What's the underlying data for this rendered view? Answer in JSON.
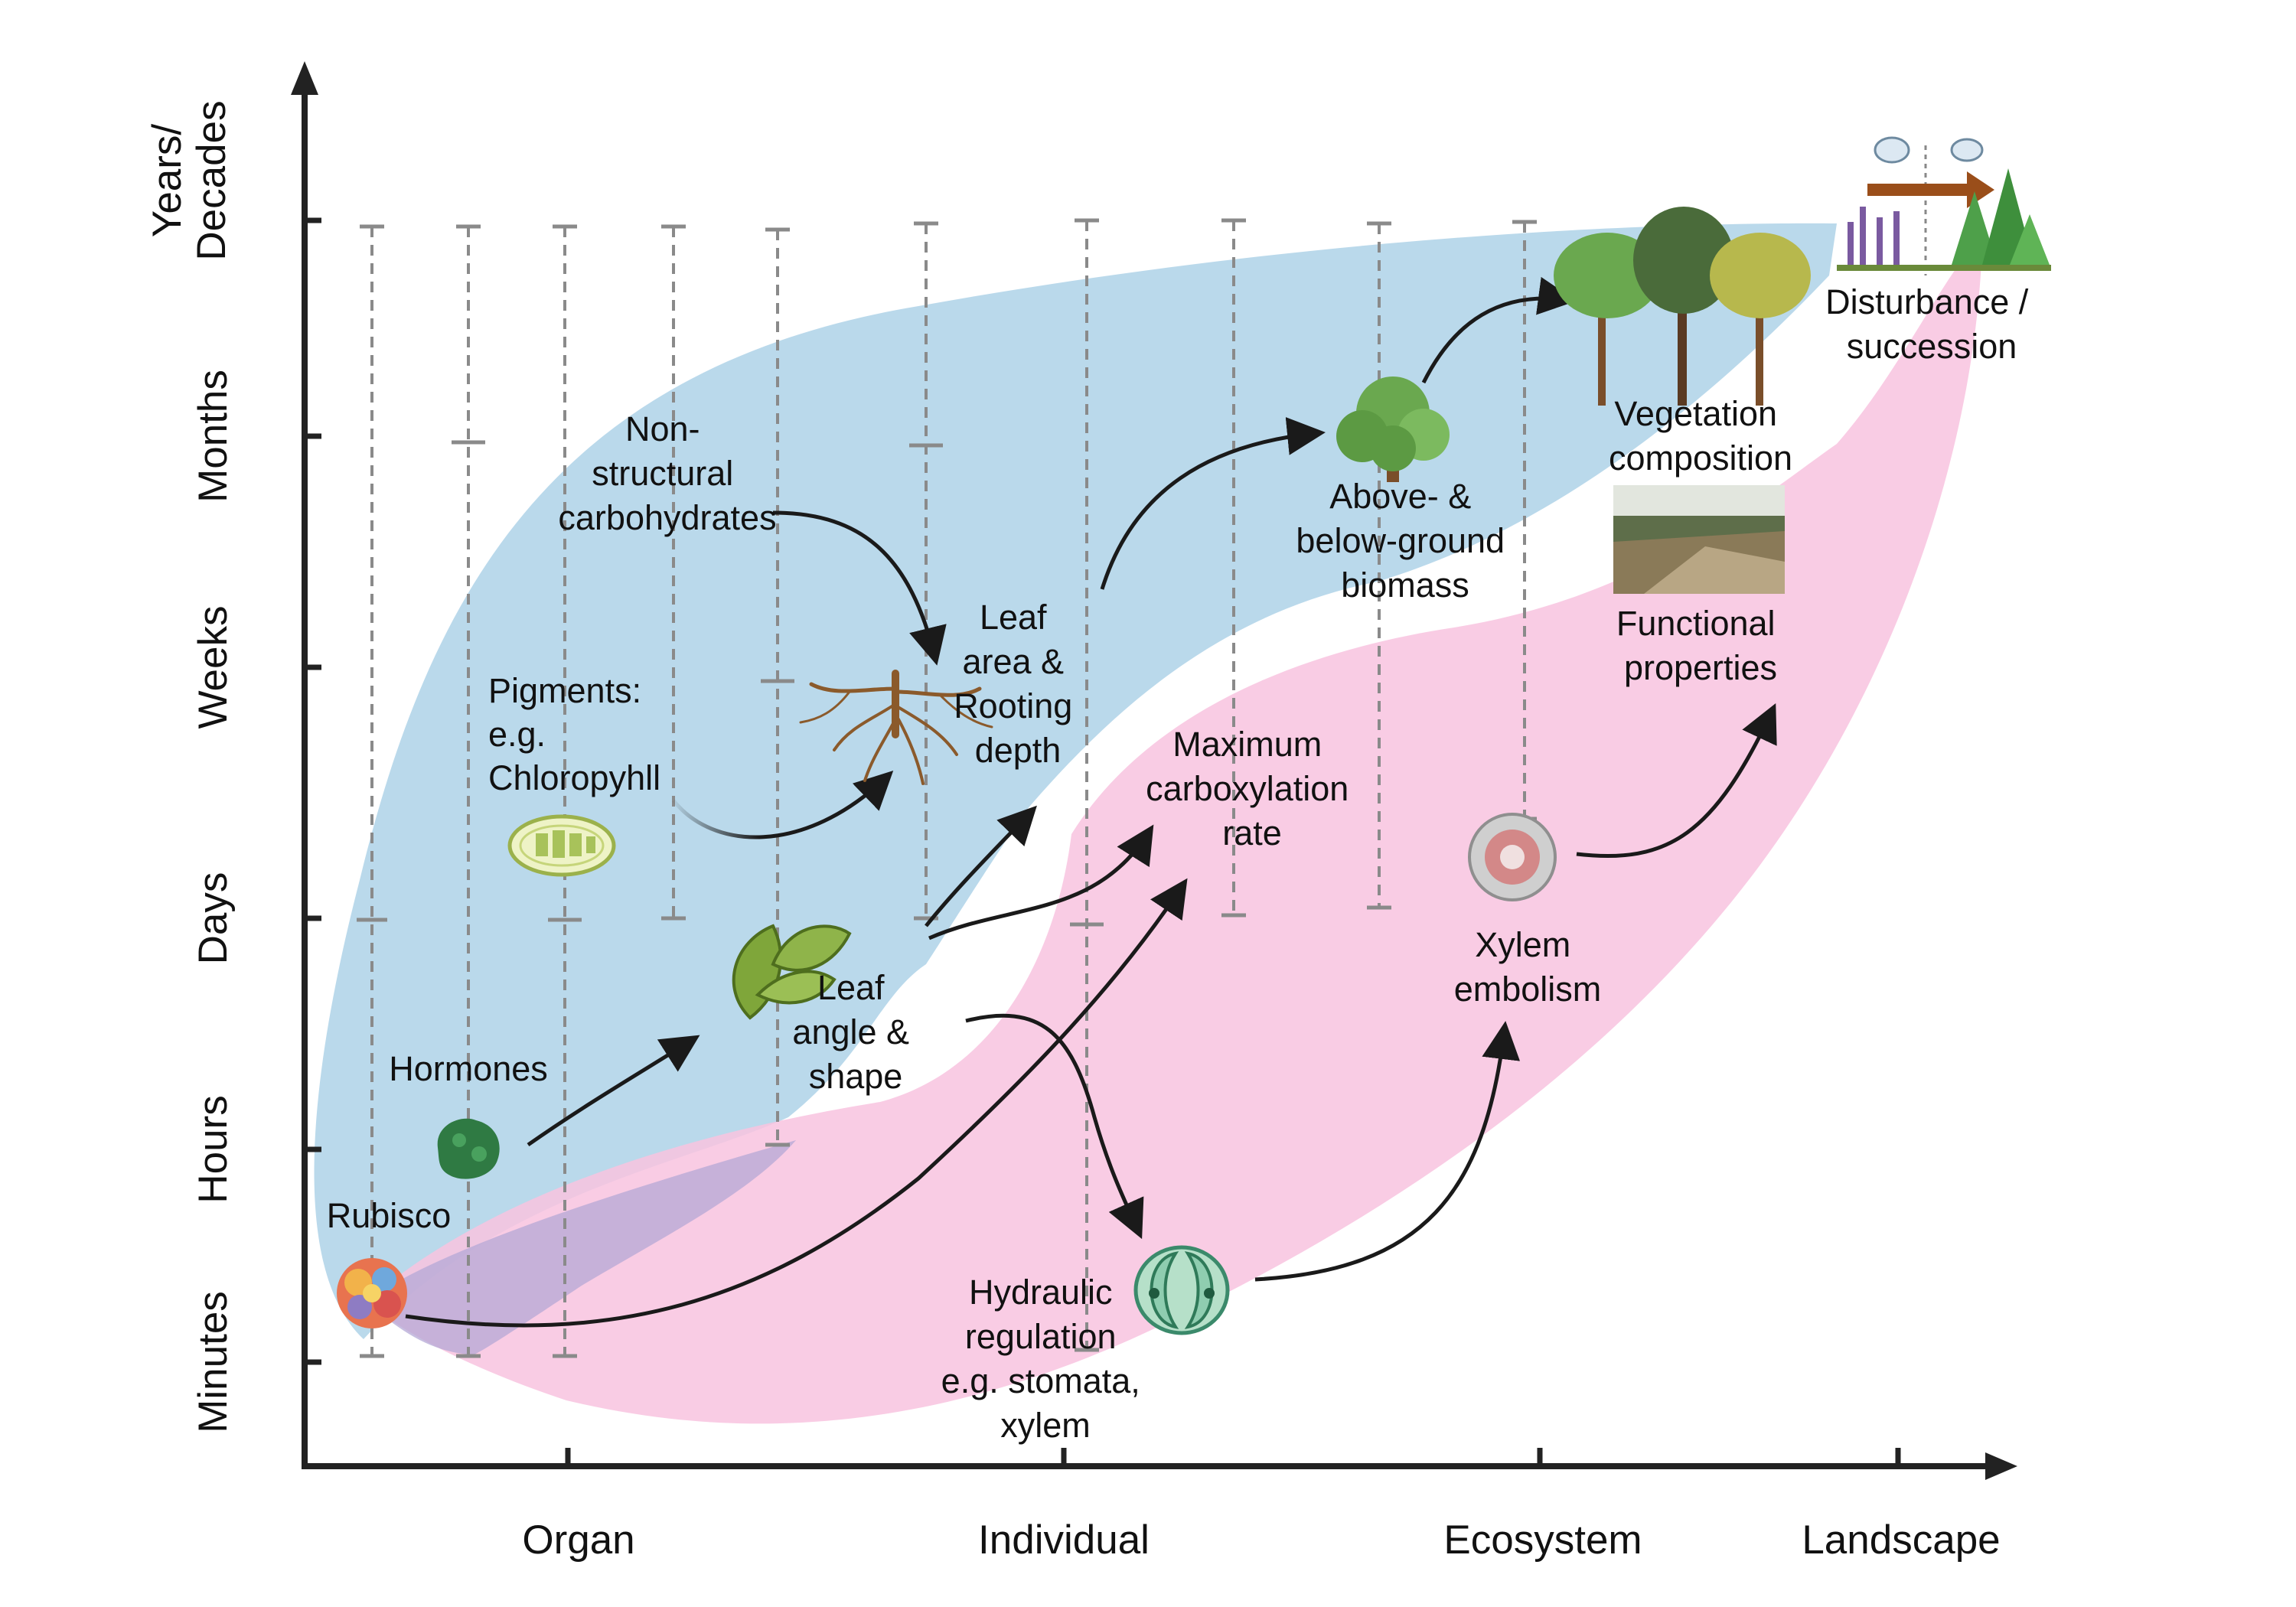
{
  "axes": {
    "x_levels": [
      "Organ",
      "Individual",
      "Ecosystem",
      "Landscape"
    ],
    "y_levels": [
      "Minutes",
      "Hours",
      "Days",
      "Weeks",
      "Months",
      "Years/ Decades"
    ]
  },
  "labels": {
    "rubisco": [
      "Rubisco"
    ],
    "hormones": [
      "Hormones"
    ],
    "pigments": [
      "Pigments:",
      "e.g.",
      "Chloropyhll"
    ],
    "nsc": [
      "Non-",
      "structural",
      "carbohydrates"
    ],
    "leaf_angle": [
      "Leaf",
      "angle &",
      "shape"
    ],
    "leaf_area": [
      "Leaf",
      "area &",
      "Rooting",
      "depth"
    ],
    "vcmax": [
      "Maximum",
      "carboxylation",
      "rate"
    ],
    "biomass": [
      "Above- &",
      "below-ground",
      "biomass"
    ],
    "vegetation": [
      "Vegetation",
      "composition"
    ],
    "functional": [
      "Functional",
      "properties"
    ],
    "xylem": [
      "Xylem",
      "embolism"
    ],
    "hydraulic": [
      "Hydraulic",
      "regulation",
      "e.g. stomata,",
      "xylem"
    ],
    "disturbance": [
      "Disturbance /",
      "succession"
    ]
  },
  "colors": {
    "blue_region": "#a9d0e6",
    "pink_region": "#f8c3df",
    "axis": "#222222",
    "error_bar": "#8a8a8a",
    "arrow": "#1a1a1a"
  },
  "icons": [
    "rubisco-protein-icon",
    "hormone-molecule-icon",
    "chloroplast-icon",
    "root-system-icon",
    "leaf-icon",
    "tree-icon",
    "forest-icon",
    "landscape-photo-icon",
    "xylem-cross-section-icon",
    "stomata-icon",
    "succession-icon"
  ]
}
